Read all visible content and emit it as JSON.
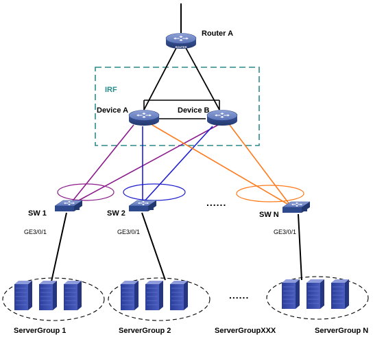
{
  "colors": {
    "irf_box": "#2a8a8a",
    "link_black": "#000000",
    "link_purple": "#8b1a8b",
    "link_blue": "#1f1fd0",
    "link_orange": "#ff7a1a",
    "device_top": "#6f86c4",
    "device_side": "#2f4a8c",
    "server": "#3b4ca8"
  },
  "router": {
    "name": "Router A",
    "caption": "ROUTER",
    "icon": "router-icon"
  },
  "irf": {
    "label": "IRF"
  },
  "core": [
    {
      "name": "Device A",
      "icon": "core-switch-icon"
    },
    {
      "name": "Device B",
      "icon": "core-switch-icon"
    }
  ],
  "access": [
    {
      "name": "SW 1",
      "port": "GE3/0/1",
      "icon": "access-switch-icon"
    },
    {
      "name": "SW 2",
      "port": "GE3/0/1",
      "icon": "access-switch-icon"
    },
    {
      "name": "SW N",
      "port": "GE3/0/1",
      "icon": "access-switch-icon"
    }
  ],
  "access_ellipsis": "......",
  "servers": [
    {
      "name": "ServerGroup 1",
      "icon": "server-icon"
    },
    {
      "name": "ServerGroup 2",
      "icon": "server-icon"
    },
    {
      "name": "ServerGroupXXX"
    },
    {
      "name": "ServerGroup N",
      "icon": "server-icon"
    }
  ],
  "server_ellipsis": "......"
}
